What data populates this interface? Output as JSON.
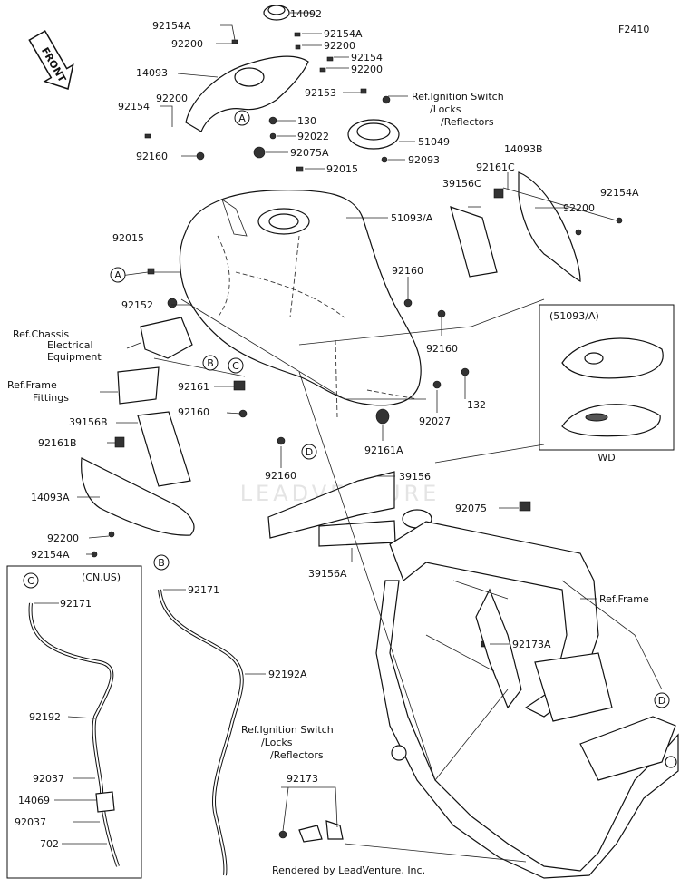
{
  "figure_code": "F2410",
  "front_label": "FRONT",
  "footer": "Rendered by LeadVenture, Inc.",
  "watermark": "LEADVENTURE",
  "inset": {
    "title": "(51093/A)",
    "caption": "WD"
  },
  "sub_box": {
    "letter": "C",
    "note": "(CN,US)"
  },
  "callout_letters": [
    "A",
    "A",
    "B",
    "C",
    "D",
    "D",
    "B"
  ],
  "labels": {
    "p92154A_top": "92154A",
    "p14092": "14092",
    "p92154A_2": "92154A",
    "p92200_top": "92200",
    "p92200_2": "92200",
    "p92154_r": "92154",
    "p14093": "14093",
    "p92200_3": "92200",
    "p92153": "92153",
    "ref_ignition_1": "Ref.Ignition Switch",
    "ref_ignition_2": "/Locks",
    "ref_ignition_3": "/Reflectors",
    "p92154_l": "92154",
    "p92200_l": "92200",
    "p130": "130",
    "p92022": "92022",
    "p51049": "51049",
    "p92160_a": "92160",
    "p92075A": "92075A",
    "p92093": "92093",
    "p14093B": "14093B",
    "p92161C": "92161C",
    "p92015_top": "92015",
    "p39156C": "39156C",
    "p92154A_r": "92154A",
    "p92200_r": "92200",
    "p51093A": "51093/A",
    "p92015_l": "92015",
    "p92160_b": "92160",
    "p92152": "92152",
    "p92160_c": "92160",
    "ref_chassis_1": "Ref.Chassis",
    "ref_chassis_2": "Electrical",
    "ref_chassis_3": "Equipment",
    "ref_frame_fit_1": "Ref.Frame",
    "ref_frame_fit_2": "Fittings",
    "p92161": "92161",
    "p92160_d": "92160",
    "p132": "132",
    "p92027": "92027",
    "p39156B": "39156B",
    "p92161B": "92161B",
    "p92161A": "92161A",
    "p92160_e": "92160",
    "p39156": "39156",
    "p14093A": "14093A",
    "p92075": "92075",
    "p92200_b": "92200",
    "p92154A_b": "92154A",
    "p39156A": "39156A",
    "ref_frame": "Ref.Frame",
    "p92171_c": "92171",
    "p92171_b": "92171",
    "p92192A": "92192A",
    "p92173A": "92173A",
    "p92192": "92192",
    "ref_ign2_1": "Ref.Ignition Switch",
    "ref_ign2_2": "/Locks",
    "ref_ign2_3": "/Reflectors",
    "p92037_a": "92037",
    "p92173": "92173",
    "p14069": "14069",
    "p92037_b": "92037",
    "p702": "702"
  }
}
